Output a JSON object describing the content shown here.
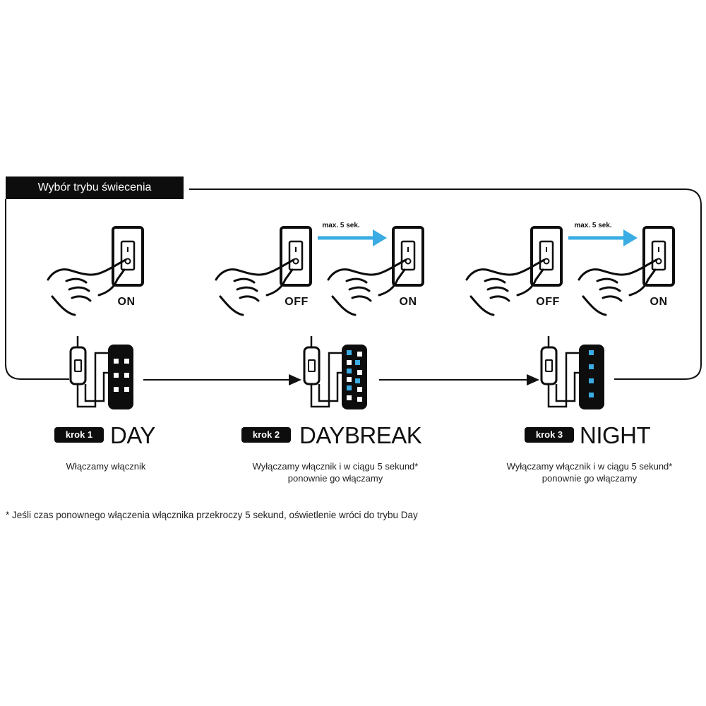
{
  "header": {
    "title": "Wybór trybu świecenia"
  },
  "steps": [
    {
      "badge": "krok 1",
      "mode": "DAY",
      "description_line1": "Włączamy włącznik",
      "description_line2": "",
      "switch_states": [
        "ON"
      ],
      "led_pattern": "white"
    },
    {
      "badge": "krok 2",
      "mode": "DAYBREAK",
      "description_line1": "Wyłączamy włącznik i w ciągu 5 sekund*",
      "description_line2": "ponownie go włączamy",
      "switch_states": [
        "OFF",
        "ON"
      ],
      "arrow_label": "max. 5 sek.",
      "led_pattern": "white-and-blue"
    },
    {
      "badge": "krok 3",
      "mode": "NIGHT",
      "description_line1": "Wyłączamy włącznik i w ciągu 5 sekund*",
      "description_line2": "ponownie go włączamy",
      "switch_states": [
        "OFF",
        "ON"
      ],
      "arrow_label": "max. 5 sek.",
      "led_pattern": "blue"
    }
  ],
  "footnote": "* Jeśli czas ponownego włączenia włącznika przekroczy 5 sekund, oświetlenie wróci do trybu Day",
  "colors": {
    "accent_blue": "#3aace3",
    "dark": "#0d0d0d"
  }
}
